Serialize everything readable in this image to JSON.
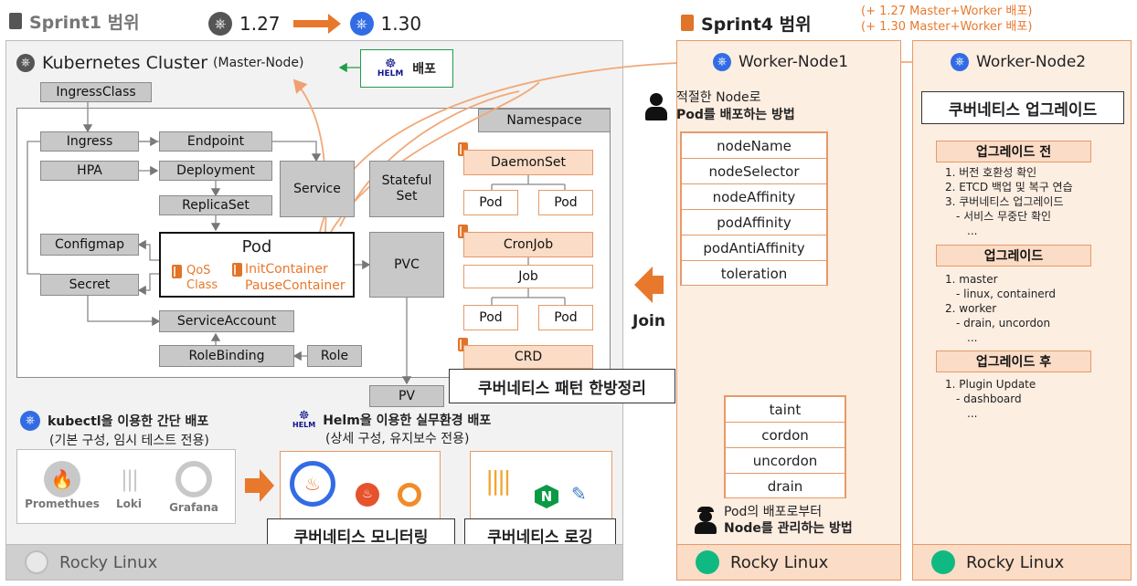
{
  "header": {
    "sprint1_title": "Sprint1 범위",
    "version_from": "1.27",
    "version_to": "1.30",
    "sprint4_title": "Sprint4 범위",
    "sprint4_note1": "(+ 1.27 Master+Worker 배포)",
    "sprint4_note2": "(+ 1.30 Master+Worker 배포)"
  },
  "cluster": {
    "title": "Kubernetes Cluster",
    "subtitle": "(Master-Node)",
    "helm_label": "HELM",
    "deploy_label": "배포",
    "ingress_class": "IngressClass",
    "namespace": "Namespace",
    "ingress": "Ingress",
    "endpoint": "Endpoint",
    "hpa": "HPA",
    "deployment": "Deployment",
    "replicaset": "ReplicaSet",
    "service": "Service",
    "stateful_set": "Stateful\nSet",
    "configmap": "Configmap",
    "secret": "Secret",
    "pod": "Pod",
    "qos": "QoS\nClass",
    "init_container": "InitContainer",
    "pause_container": "PauseContainer",
    "pvc": "PVC",
    "pv": "PV",
    "service_account": "ServiceAccount",
    "role_binding": "RoleBinding",
    "role": "Role",
    "daemonset": "DaemonSet",
    "cronjob": "CronJob",
    "job": "Job",
    "pod_small": "Pod",
    "crd": "CRD",
    "pattern_callout": "쿠버네티스 패턴 한방정리"
  },
  "bottom": {
    "kubectl_title": "kubectl을 이용한 간단 배포",
    "kubectl_sub": "(기본 구성, 임시 테스트 전용)",
    "helm_title": "Helm을 이용한 실무환경 배포",
    "helm_sub": "(상세 구성, 유지보수 전용)",
    "prometheus": "Promethues",
    "loki": "Loki",
    "grafana": "Grafana",
    "monitoring_callout": "쿠버네티스 모니터링",
    "logging_callout": "쿠버네티스 로깅",
    "os": "Rocky Linux"
  },
  "worker1": {
    "title": "Worker-Node1",
    "deploy_line1": "적절한 Node로",
    "deploy_line2": "Pod를 배포하는 방법",
    "scheduling": [
      "nodeName",
      "nodeSelector",
      "nodeAffinity",
      "podAffinity",
      "podAntiAffinity",
      "toleration"
    ],
    "join": "Join",
    "manage": [
      "taint",
      "cordon",
      "uncordon",
      "drain"
    ],
    "manage_line1": "Pod의 배포로부터",
    "manage_line2": "Node를 관리하는 방법",
    "os": "Rocky Linux"
  },
  "worker2": {
    "title": "Worker-Node2",
    "upgrade_title": "쿠버네티스 업그레이드",
    "before_title": "업그레이드 전",
    "before_items": [
      "1. 버전 호환성 확인",
      "2. ETCD 백업 및 복구 연습",
      "3. 쿠버네티스 업그레이드",
      "  - 서비스 무중단 확인",
      "    ..."
    ],
    "during_title": "업그레이드",
    "during_items": [
      "1. master",
      "  - linux, containerd",
      "2. worker",
      "  - drain, uncordon",
      "    ..."
    ],
    "after_title": "업그레이드 후",
    "after_items": [
      "1. Plugin Update",
      "  - dashboard",
      "    ..."
    ],
    "os": "Rocky Linux"
  },
  "colors": {
    "accent_orange": "#e8782c",
    "helm_green": "#1f9e4a",
    "k8s_blue": "#326ce5",
    "rocky_green": "#10b981"
  }
}
